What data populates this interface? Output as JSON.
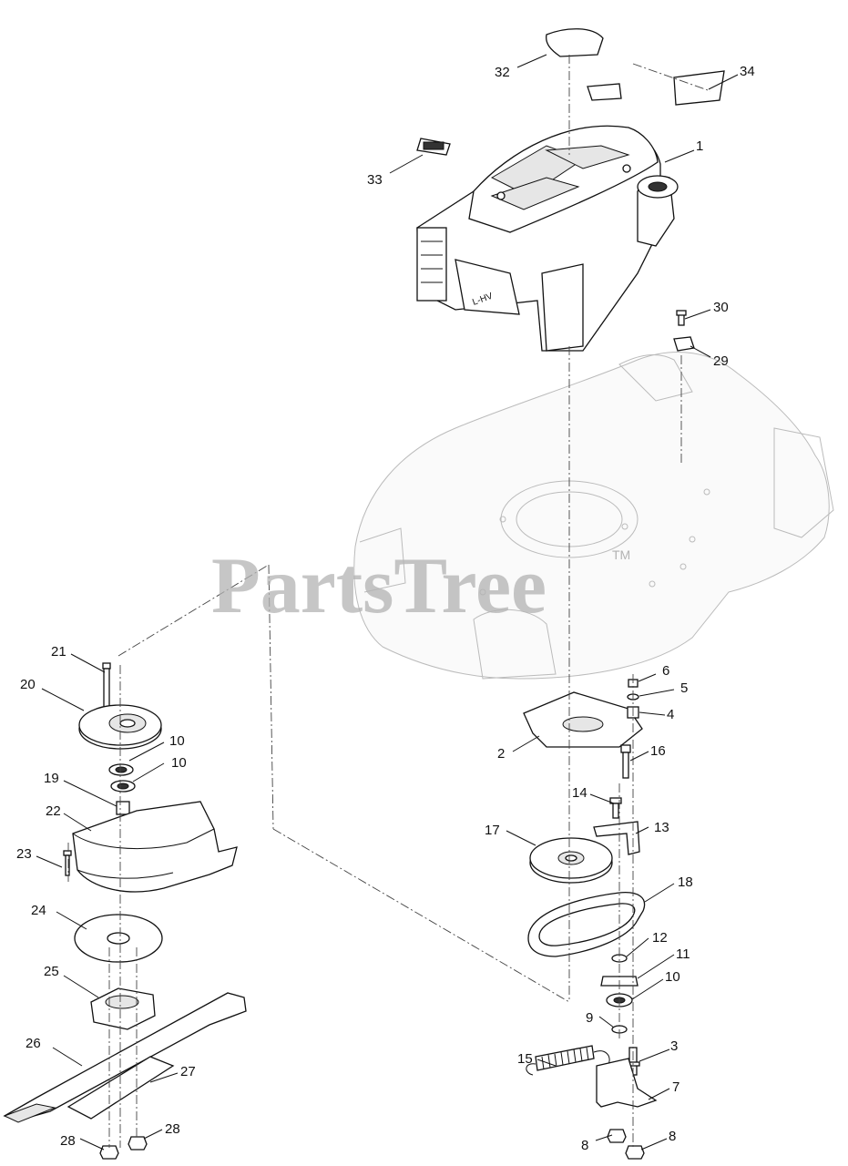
{
  "watermark": {
    "text": "PartsTree",
    "trademark": "TM"
  },
  "callouts": [
    {
      "id": "c1",
      "label": "1"
    },
    {
      "id": "c2",
      "label": "2"
    },
    {
      "id": "c3",
      "label": "3"
    },
    {
      "id": "c4",
      "label": "4"
    },
    {
      "id": "c5",
      "label": "5"
    },
    {
      "id": "c6",
      "label": "6"
    },
    {
      "id": "c7",
      "label": "7"
    },
    {
      "id": "c8a",
      "label": "8"
    },
    {
      "id": "c8b",
      "label": "8"
    },
    {
      "id": "c9",
      "label": "9"
    },
    {
      "id": "c10a",
      "label": "10"
    },
    {
      "id": "c10b",
      "label": "10"
    },
    {
      "id": "c10c",
      "label": "10"
    },
    {
      "id": "c11",
      "label": "11"
    },
    {
      "id": "c12",
      "label": "12"
    },
    {
      "id": "c13",
      "label": "13"
    },
    {
      "id": "c14",
      "label": "14"
    },
    {
      "id": "c15",
      "label": "15"
    },
    {
      "id": "c16",
      "label": "16"
    },
    {
      "id": "c17",
      "label": "17"
    },
    {
      "id": "c18",
      "label": "18"
    },
    {
      "id": "c19",
      "label": "19"
    },
    {
      "id": "c20",
      "label": "20"
    },
    {
      "id": "c21",
      "label": "21"
    },
    {
      "id": "c22",
      "label": "22"
    },
    {
      "id": "c23",
      "label": "23"
    },
    {
      "id": "c24",
      "label": "24"
    },
    {
      "id": "c25",
      "label": "25"
    },
    {
      "id": "c26",
      "label": "26"
    },
    {
      "id": "c27",
      "label": "27"
    },
    {
      "id": "c28a",
      "label": "28"
    },
    {
      "id": "c28b",
      "label": "28"
    },
    {
      "id": "c29",
      "label": "29"
    },
    {
      "id": "c30",
      "label": "30"
    },
    {
      "id": "c32",
      "label": "32"
    },
    {
      "id": "c33",
      "label": "33"
    },
    {
      "id": "c34",
      "label": "34"
    }
  ]
}
